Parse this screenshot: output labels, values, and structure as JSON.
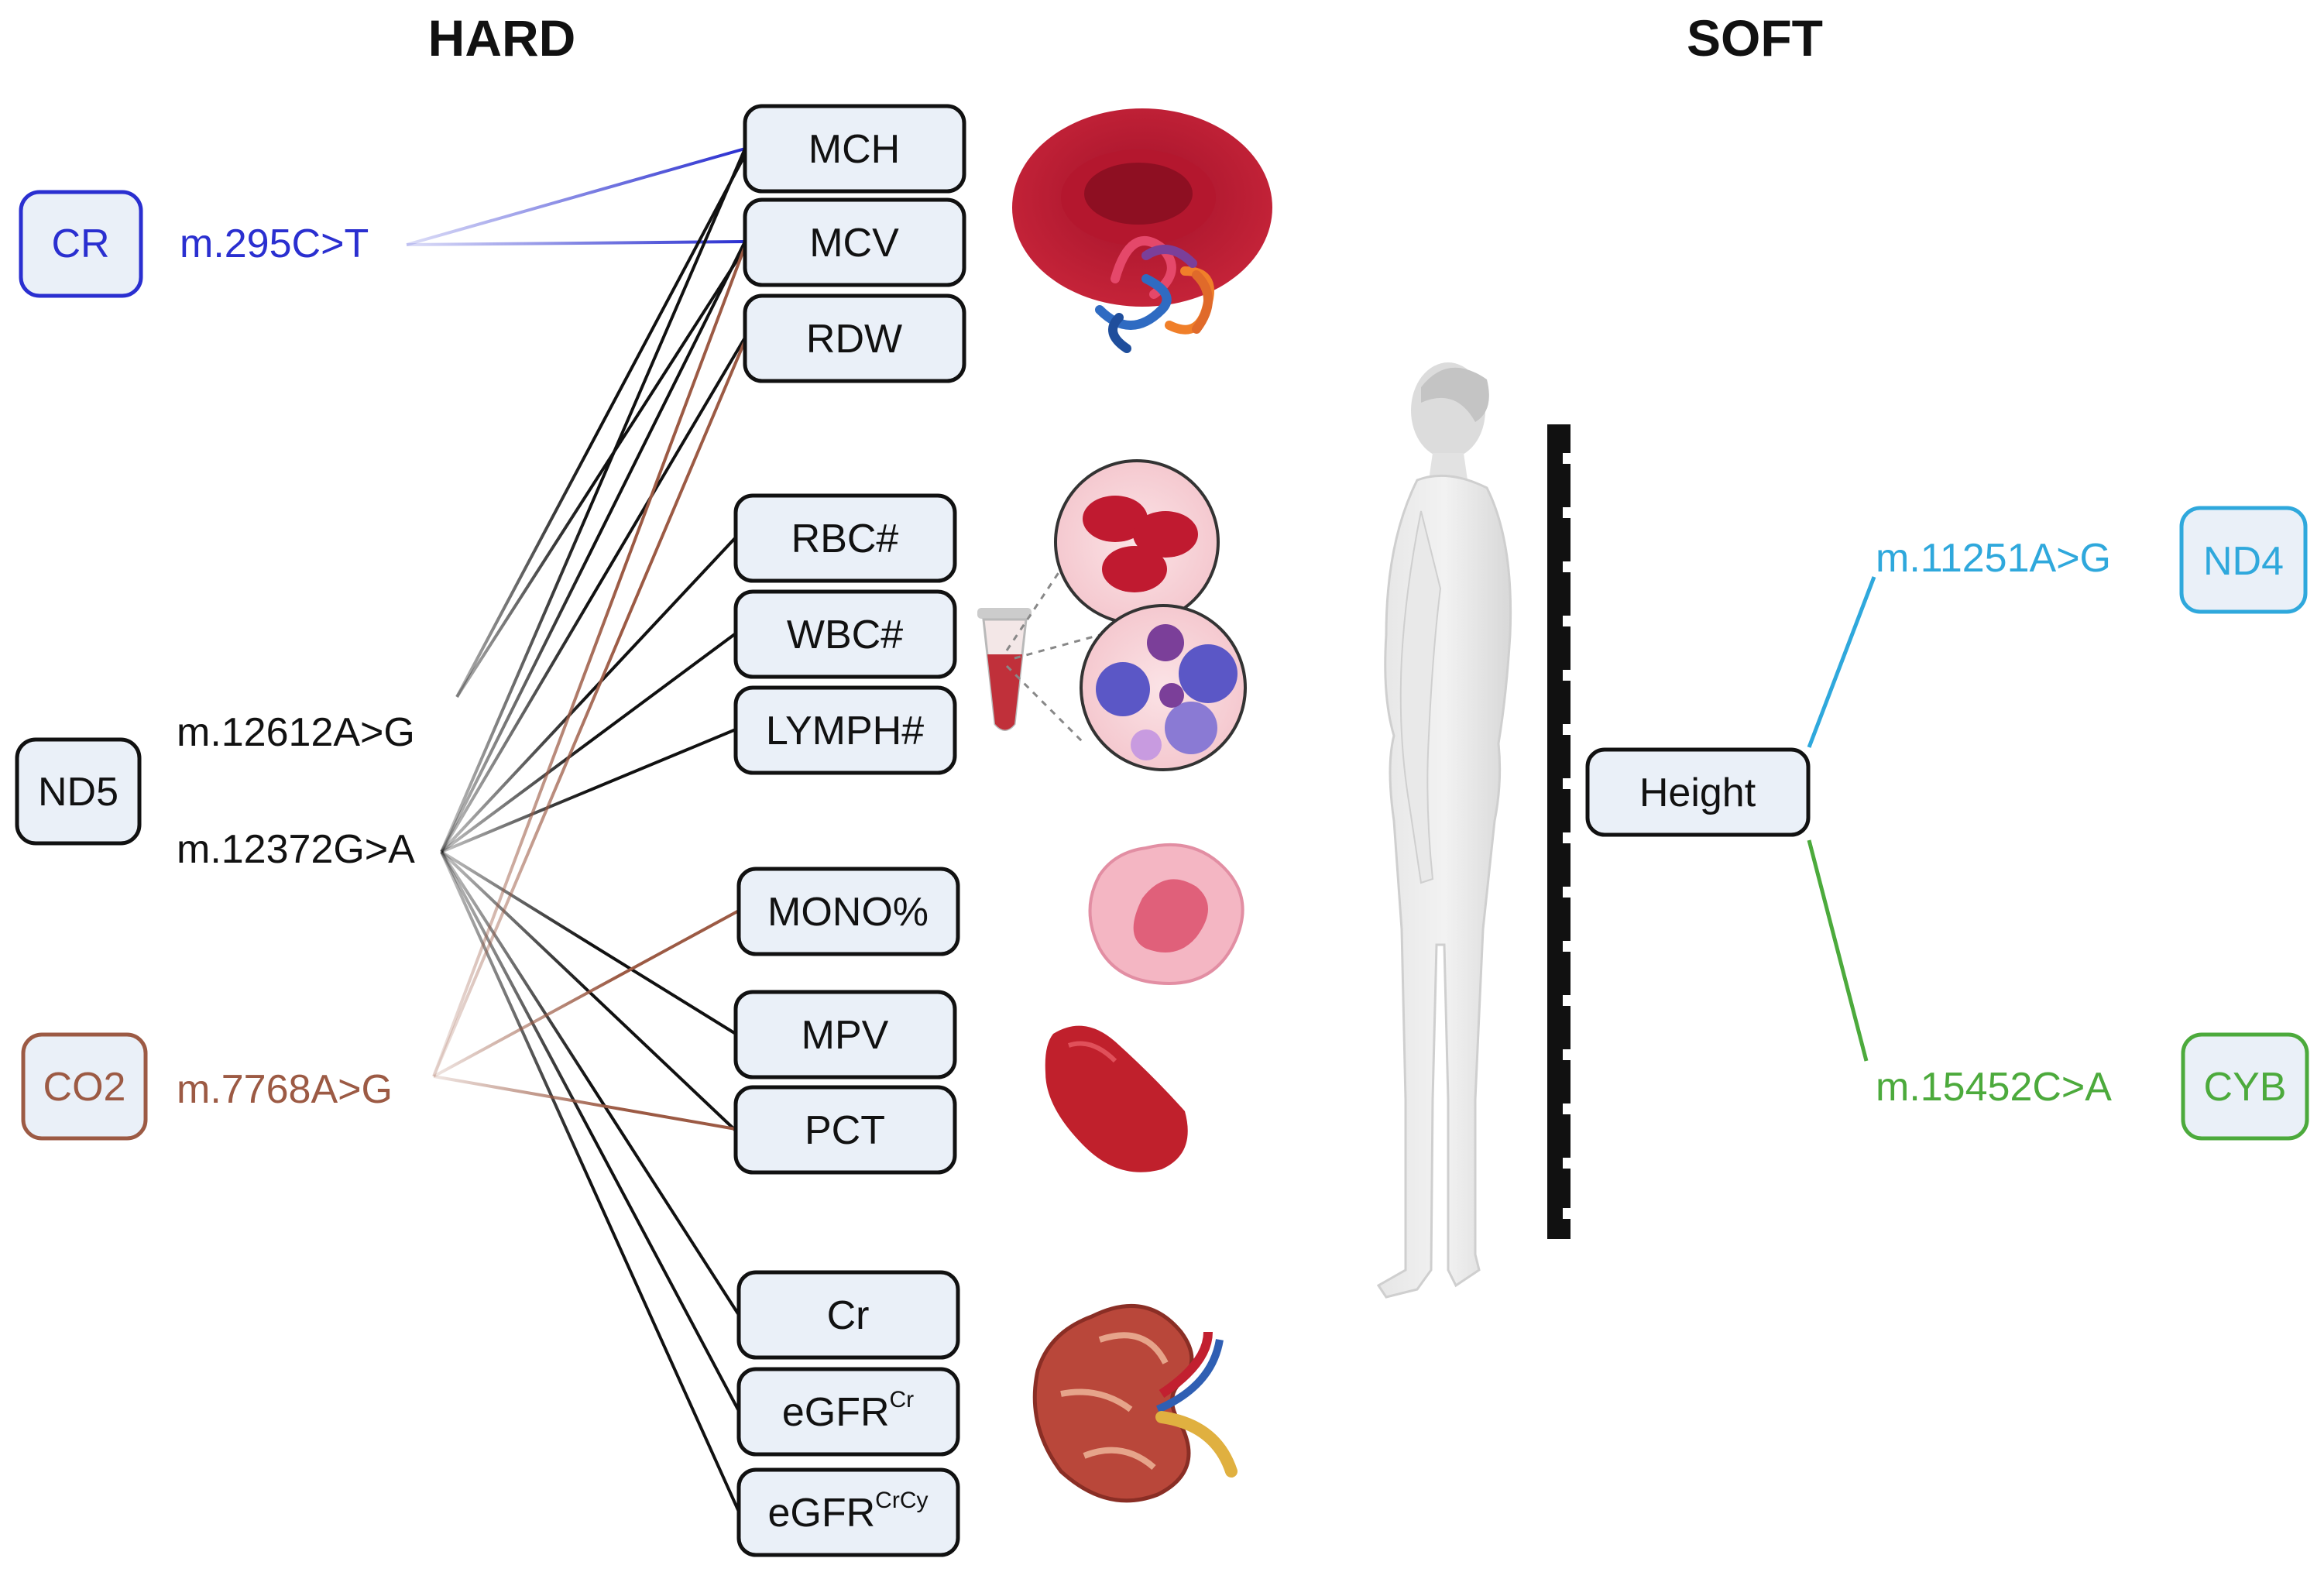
{
  "headers": {
    "hard": "HARD",
    "soft": "SOFT"
  },
  "colors": {
    "cr": "#2a2fd0",
    "nd5": "#111111",
    "co2": "#9c5a44",
    "nd4": "#2fa8dc",
    "cyb": "#4caa3c",
    "trait_fill": "#eaf0f8",
    "ruler": "#111111"
  },
  "genes": {
    "cr": "CR",
    "nd5": "ND5",
    "co2": "CO2",
    "nd4": "ND4",
    "cyb": "CYB"
  },
  "variants": {
    "v295": "m.295C>T",
    "v12612": "m.12612A>G",
    "v12372": "m.12372G>A",
    "v7768": "m.7768A>G",
    "v11251": "m.11251A>G",
    "v15452": "m.15452C>A"
  },
  "traits": {
    "mch": "MCH",
    "mcv": "MCV",
    "rdw": "RDW",
    "rbc": "RBC#",
    "wbc": "WBC#",
    "lymph": "LYMPH#",
    "mono": "MONO%",
    "mpv": "MPV",
    "pct": "PCT",
    "cr": "Cr",
    "egfr_cr": "eGFR",
    "egfr_cr_sup": "Cr",
    "egfr_crcy": "eGFR",
    "egfr_crcy_sup": "CrCy",
    "height": "Height"
  },
  "icons": {
    "rbc_hemoglobin": "red-blood-cell-hemoglobin-icon",
    "blood_cells": "blood-cells-magnified-icon",
    "tube": "blood-tube-icon",
    "monocyte": "monocyte-icon",
    "platelet": "platelet-icon",
    "kidney": "kidney-icon",
    "human": "human-silhouette-icon",
    "ruler": "height-ruler-icon"
  }
}
